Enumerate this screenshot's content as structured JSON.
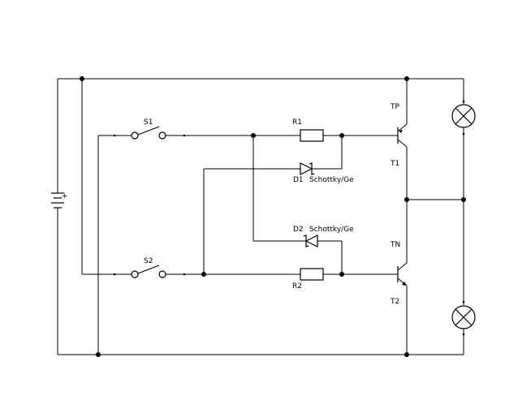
{
  "components": {
    "switch_1": "S1",
    "switch_2": "S2",
    "resistor_1": "R1",
    "resistor_2": "R2",
    "diode_1": "D1",
    "diode_2": "D2",
    "diode_1_type": "Schottky/Ge",
    "diode_2_type": "Schottky/Ge",
    "transistor_1_type": "TP",
    "transistor_1_name": "T1",
    "transistor_2_type": "TN",
    "transistor_2_name": "T2",
    "battery_polarity": "+"
  }
}
